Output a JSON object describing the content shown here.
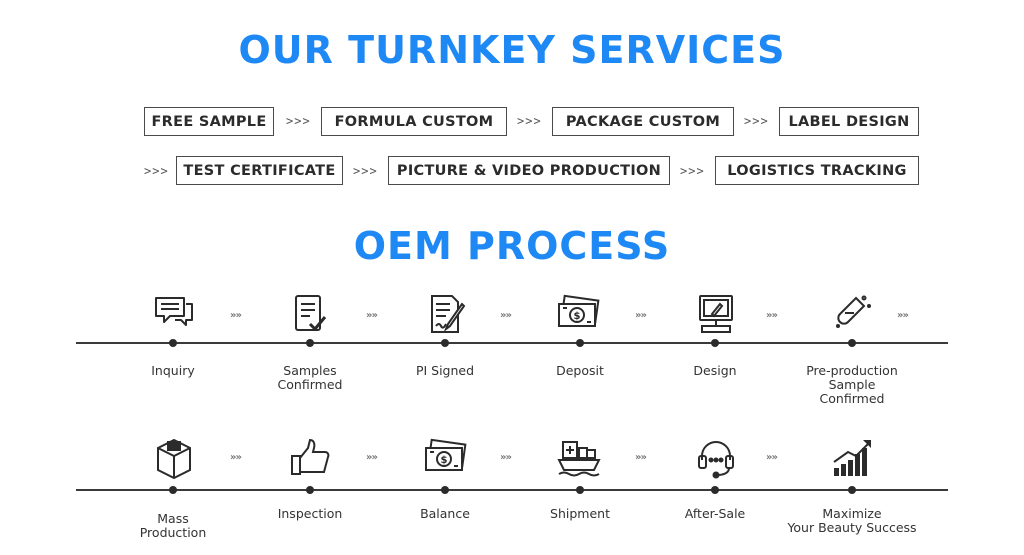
{
  "services": {
    "title": "OUR TURNKEY SERVICES",
    "arrow": ">>>",
    "row1": [
      "FREE SAMPLE",
      "FORMULA CUSTOM",
      "PACKAGE CUSTOM",
      "LABEL DESIGN"
    ],
    "row2": [
      "TEST CERTIFICATE",
      "PICTURE & VIDEO PRODUCTION",
      "LOGISTICS TRACKING"
    ]
  },
  "process": {
    "title": "OEM PROCESS",
    "arrow": "»»",
    "row1": [
      {
        "label": "Inquiry",
        "icon": "chat-bubbles-icon"
      },
      {
        "label": "Samples\nConfirmed",
        "icon": "checklist-icon"
      },
      {
        "label": "PI Signed",
        "icon": "signed-document-icon"
      },
      {
        "label": "Deposit",
        "icon": "banknote-icon"
      },
      {
        "label": "Design",
        "icon": "computer-design-icon"
      },
      {
        "label": "Pre-production\nSample\nConfirmed",
        "icon": "test-tube-icon"
      }
    ],
    "row2": [
      {
        "label": "Mass\nProduction",
        "icon": "box-icon"
      },
      {
        "label": "Inspection",
        "icon": "thumbs-up-icon"
      },
      {
        "label": "Balance",
        "icon": "banknote-icon"
      },
      {
        "label": "Shipment",
        "icon": "cargo-ship-icon"
      },
      {
        "label": "After-Sale",
        "icon": "headset-icon"
      },
      {
        "label": "Maximize\nYour Beauty Success",
        "icon": "growth-chart-icon"
      }
    ]
  }
}
